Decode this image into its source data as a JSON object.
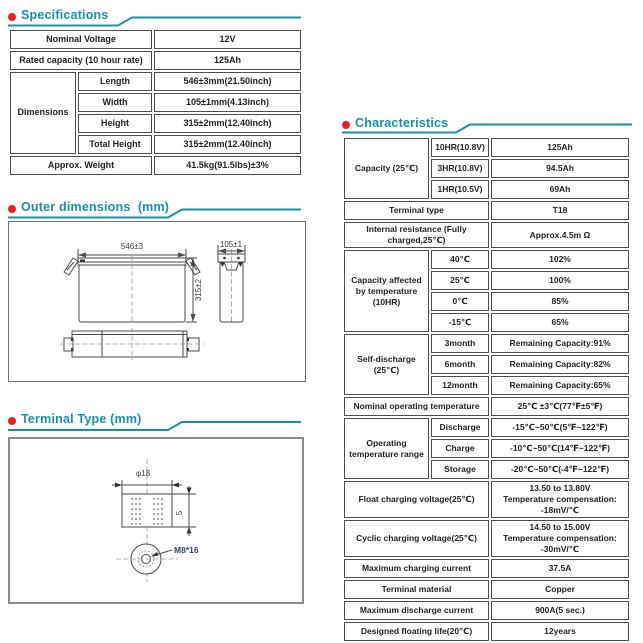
{
  "palette": {
    "accent_teal": "#1693a8",
    "bullet_red": "#e71f26",
    "table_border": "#4d4d4d",
    "drawing_line": "#4a4a4a",
    "thread_label_blue": "#33406b"
  },
  "specifications": {
    "title": "Specifications",
    "rows": [
      {
        "label": "Nominal Voltage",
        "value": "12V"
      },
      {
        "label": "Rated capacity (10 hour rate)",
        "value": "125Ah"
      },
      {
        "group": "Dimensions",
        "label": "Length",
        "value": "546±3mm(21.50inch)"
      },
      {
        "label": "Width",
        "value": "105±1mm(4.13inch)"
      },
      {
        "label": "Height",
        "value": "315±2mm(12.40inch)"
      },
      {
        "label": "Total Height",
        "value": "315±2mm(12.40inch)"
      },
      {
        "label": "Approx. Weight",
        "value": "41.5kg(91.5lbs)±3%"
      }
    ]
  },
  "outer_dimensions": {
    "title": "Outer dimensions  (mm)",
    "labels": {
      "length": "546±3",
      "width": "105±1",
      "height": "315±2"
    }
  },
  "terminal_type": {
    "title": "Terminal Type (mm)",
    "labels": {
      "diameter": "φ18",
      "height": "5",
      "thread": "M8*16"
    }
  },
  "characteristics": {
    "title": "Characteristics",
    "rows": [
      {
        "group": "Capacity (25℃)",
        "sub": "10HR(10.8V)",
        "value": "125Ah"
      },
      {
        "sub": "3HR(10.8V)",
        "value": "94.5Ah"
      },
      {
        "sub": "1HR(10.5V)",
        "value": "69Ah"
      },
      {
        "label": "Terminal type",
        "value": "T18"
      },
      {
        "label": "Internal resistance (Fully charged,25℃)",
        "value": "Approx.4.5m Ω"
      },
      {
        "group": "Capacity affected by temperature (10HR)",
        "sub": "40℃",
        "value": "102%"
      },
      {
        "sub": "25℃",
        "value": "100%"
      },
      {
        "sub": "0℃",
        "value": "85%"
      },
      {
        "sub": "-15℃",
        "value": "65%"
      },
      {
        "group": "Self-discharge (25℃)",
        "sub": "3month",
        "value": "Remaining Capacity:91%"
      },
      {
        "sub": "6month",
        "value": "Remaining Capacity:82%"
      },
      {
        "sub": "12month",
        "value": "Remaining Capacity:65%"
      },
      {
        "label": "Nominal operating temperature",
        "value": "25℃ ±3℃(77℉±5℉)"
      },
      {
        "group": "Operating temperature range",
        "sub": "Discharge",
        "value": "-15℃~50℃(5℉~122℉)"
      },
      {
        "sub": "Charge",
        "value": "-10℃~50℃(14℉~122℉)"
      },
      {
        "sub": "Storage",
        "value": "-20℃~50℃(-4℉~122℉)"
      },
      {
        "label": "Float charging voltage(25℃)",
        "value": "13.50 to 13.80V\nTemperature compensation:\n-18mV/℃"
      },
      {
        "label": "Cyclic charging voltage(25℃)",
        "value": "14.50 to 15.00V\nTemperature compensation:\n-30mV/℃"
      },
      {
        "label": "Maximum charging current",
        "value": "37.5A"
      },
      {
        "label": "Terminal material",
        "value": "Copper"
      },
      {
        "label": "Maximum discharge current",
        "value": "900A(5 sec.)"
      },
      {
        "label": "Designed floating life(20℃)",
        "value": "12years"
      }
    ]
  }
}
